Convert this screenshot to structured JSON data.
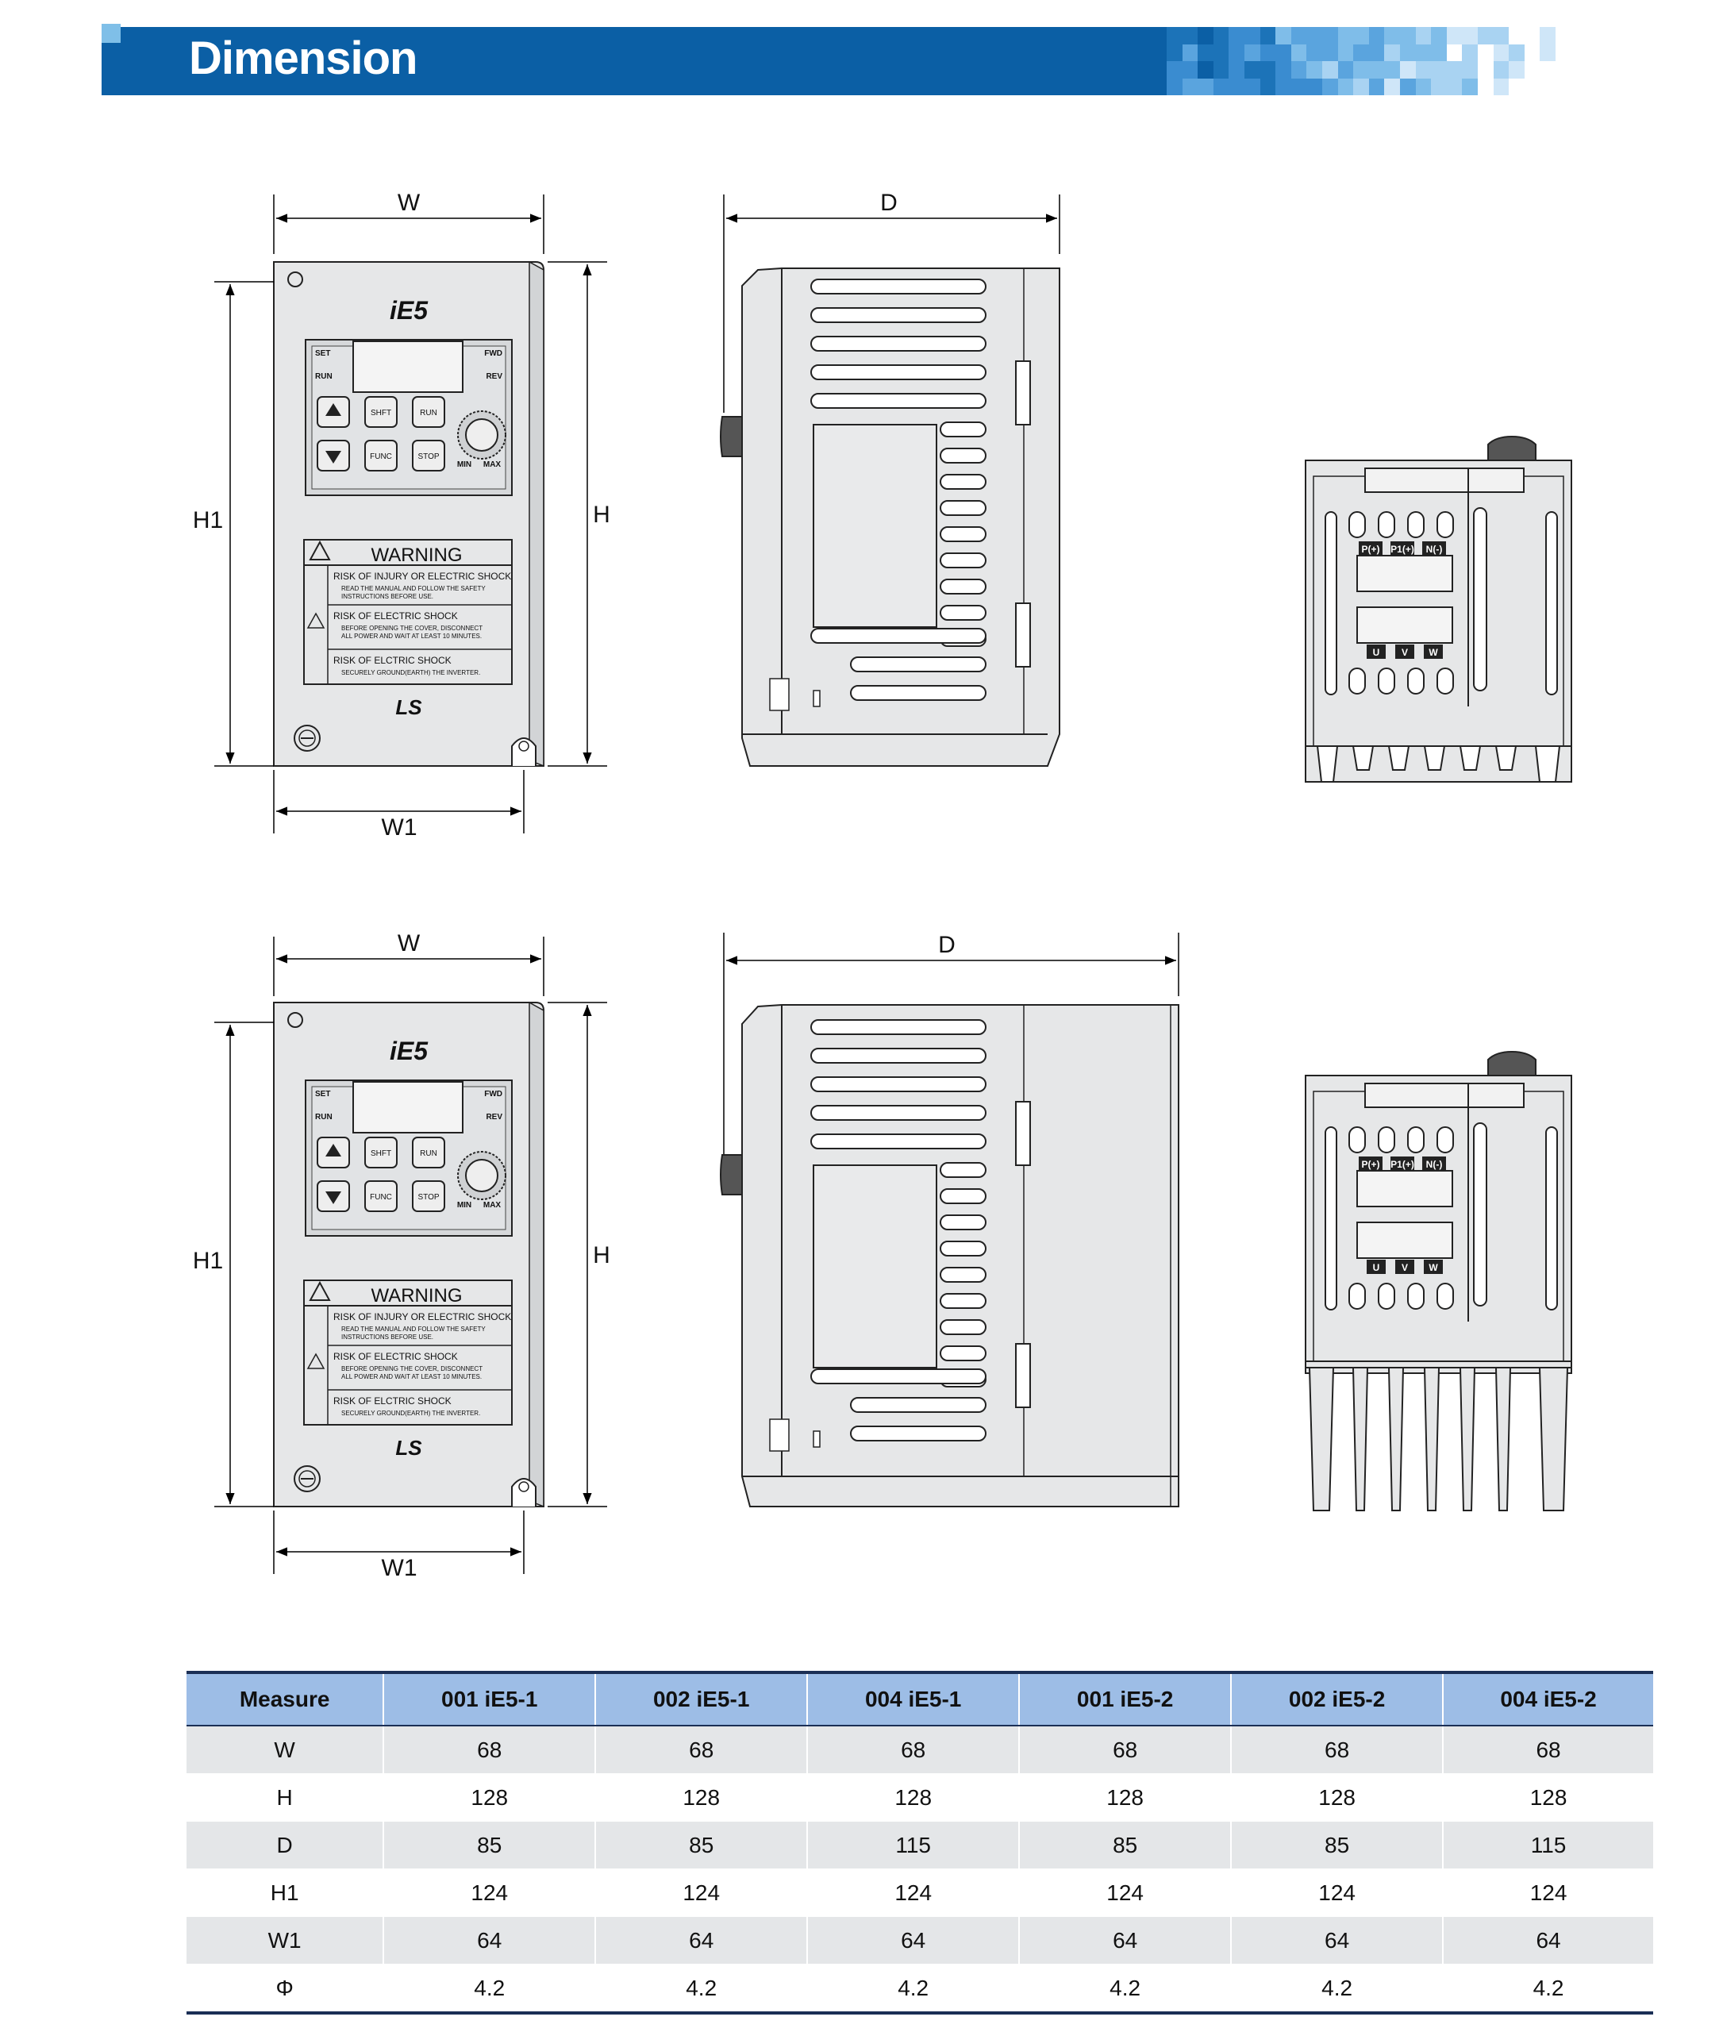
{
  "header": {
    "title": "Dimension"
  },
  "drawings": {
    "labels": {
      "w": "W",
      "h": "H",
      "h1": "H1",
      "w1": "W1",
      "d": "D"
    },
    "front_panel": {
      "model": "iE5",
      "set": "SET",
      "fwd": "FWD",
      "run_label": "RUN",
      "rev": "REV",
      "btn_shift": "SHFT",
      "btn_run": "RUN",
      "btn_func": "FUNC",
      "btn_stop": "STOP",
      "min": "MIN",
      "max": "MAX",
      "warning_title": "WARNING",
      "warn1_title": "RISK OF INJURY OR ELECTRIC SHOCK",
      "warn1_text_1": "READ THE MANUAL AND FOLLOW THE SAFETY",
      "warn1_text_2": "INSTRUCTIONS BEFORE USE.",
      "warn2_title": "RISK OF ELECTRIC SHOCK",
      "warn2_text_1": "BEFORE OPENING THE COVER, DISCONNECT",
      "warn2_text_2": "ALL POWER AND WAIT AT LEAST 10 MINUTES.",
      "warn3_title": "RISK OF ELCTRIC SHOCK",
      "warn3_text_1": "SECURELY GROUND(EARTH) THE INVERTER.",
      "brand": "LS"
    },
    "terminals": {
      "p": "P(+)",
      "p1": "P1(+)",
      "n": "N(-)",
      "u": "U",
      "v": "V",
      "w": "W"
    }
  },
  "table": {
    "headers": [
      "Measure",
      "001 iE5-1",
      "002 iE5-1",
      "004 iE5-1",
      "001 iE5-2",
      "002 iE5-2",
      "004 iE5-2"
    ],
    "rows": [
      [
        "W",
        "68",
        "68",
        "68",
        "68",
        "68",
        "68"
      ],
      [
        "H",
        "128",
        "128",
        "128",
        "128",
        "128",
        "128"
      ],
      [
        "D",
        "85",
        "85",
        "115",
        "85",
        "85",
        "115"
      ],
      [
        "H1",
        "124",
        "124",
        "124",
        "124",
        "124",
        "124"
      ],
      [
        "W1",
        "64",
        "64",
        "64",
        "64",
        "64",
        "64"
      ],
      [
        "Φ",
        "4.2",
        "4.2",
        "4.2",
        "4.2",
        "4.2",
        "4.2"
      ]
    ]
  },
  "colors": {
    "banner": "#0b5fa5",
    "table_header": "#9dbde6",
    "table_rule": "#1b2f55",
    "row_shade": "#e4e6e8",
    "device_fill": "#e6e7e8"
  }
}
